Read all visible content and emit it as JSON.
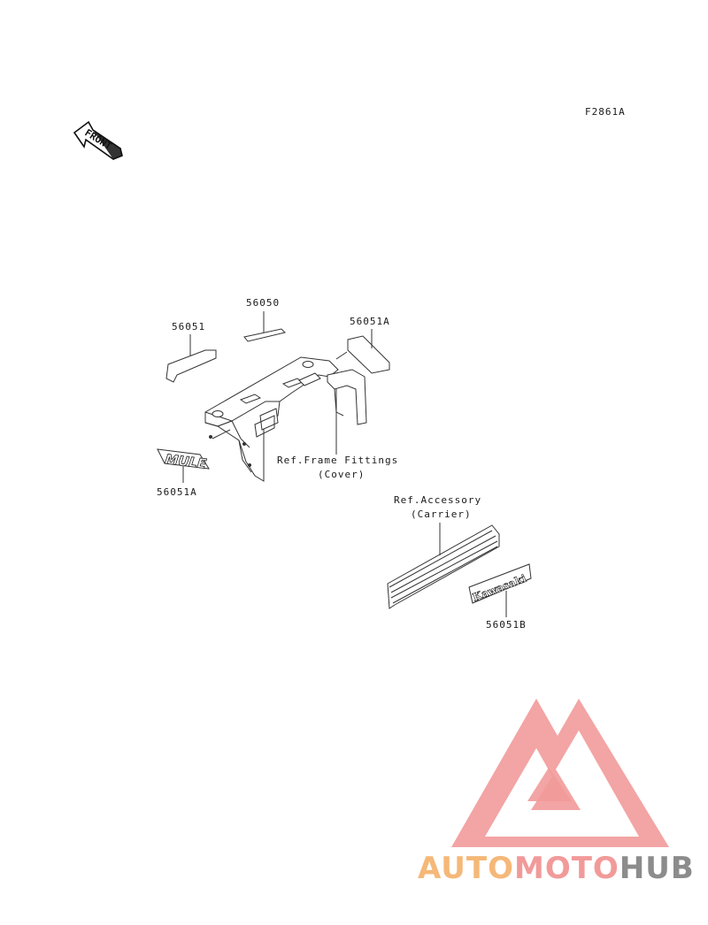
{
  "figure_code": "F2861A",
  "front_label": "FRONT",
  "parts": {
    "p56050": "56050",
    "p56051": "56051",
    "p56051A_top": "56051A",
    "p56051A_bottom": "56051A",
    "p56051B": "56051B"
  },
  "refs": {
    "frame_fittings_line1": "Ref.Frame Fittings",
    "frame_fittings_line2": "(Cover)",
    "accessory_line1": "Ref.Accessory",
    "accessory_line2": "(Carrier)"
  },
  "decals": {
    "mule": "MULE",
    "kawasaki": "Kawasaki"
  },
  "watermark": {
    "part1": "AUTO",
    "part2": "MOTO",
    "part3": "HUB",
    "colors": {
      "part1": "#f5b878",
      "part2": "#f29a9a",
      "part3": "#8c8c8c",
      "logo": "#f08f8f"
    }
  }
}
